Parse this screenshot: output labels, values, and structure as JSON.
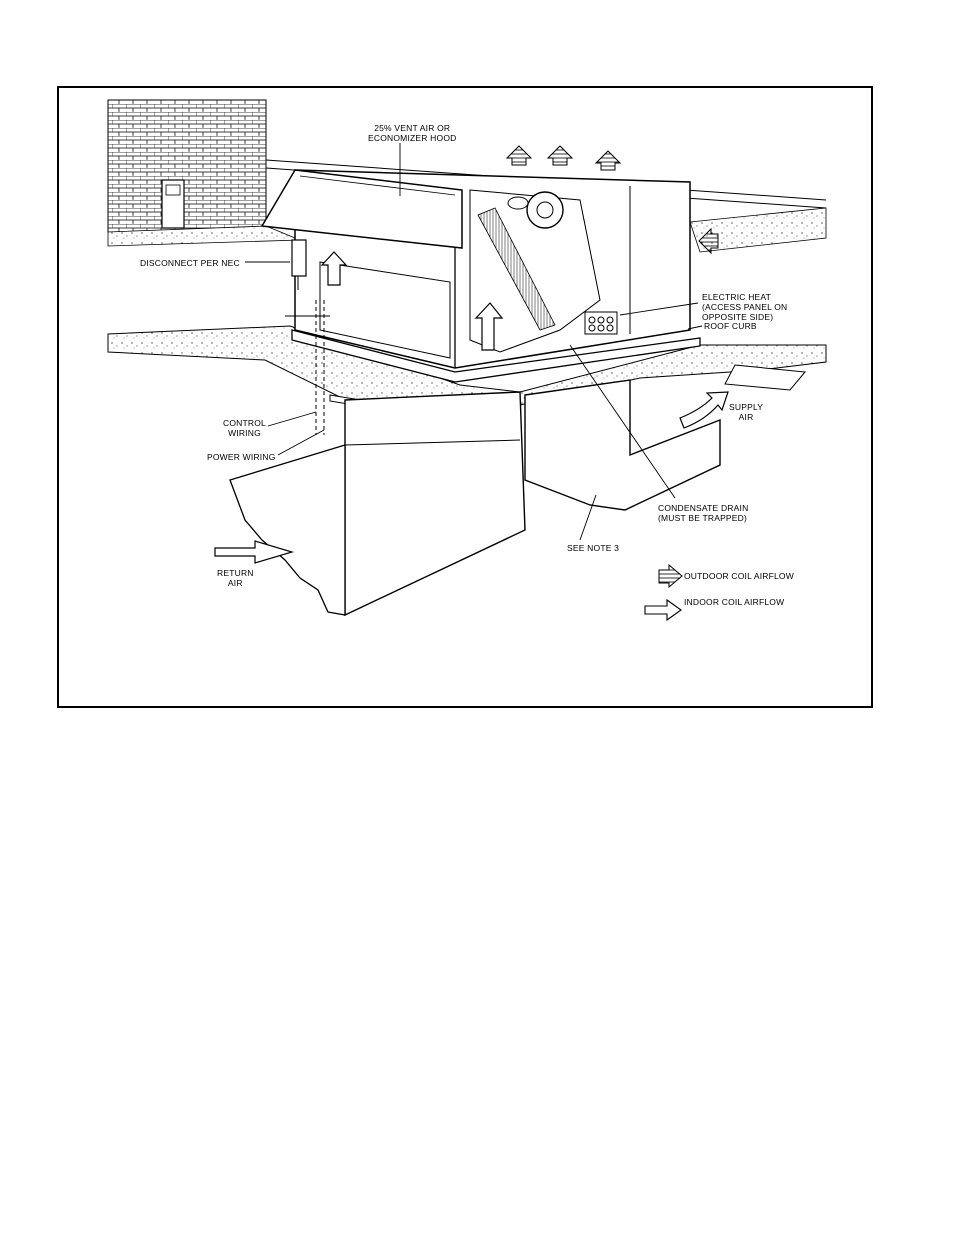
{
  "labels": {
    "vent_hood": "25% VENT AIR OR\nECONOMIZER HOOD",
    "disconnect": "DISCONNECT PER NEC",
    "electric_heat": "ELECTRIC HEAT\n(ACCESS PANEL ON\nOPPOSITE SIDE)",
    "roof_curb": "ROOF CURB",
    "control_wiring": "CONTROL\nWIRING",
    "power_wiring": "POWER WIRING",
    "supply_air": "SUPPLY\nAIR",
    "condensate_drain": "CONDENSATE DRAIN\n(MUST BE TRAPPED)",
    "see_note": "SEE NOTE 3",
    "return_air": "RETURN\nAIR"
  },
  "legend": {
    "outdoor": "OUTDOOR COIL AIRFLOW",
    "indoor": "INDOOR COIL AIRFLOW"
  },
  "colors": {
    "ink": "#000000",
    "paper": "#ffffff",
    "shade": "#d9d9d9"
  }
}
